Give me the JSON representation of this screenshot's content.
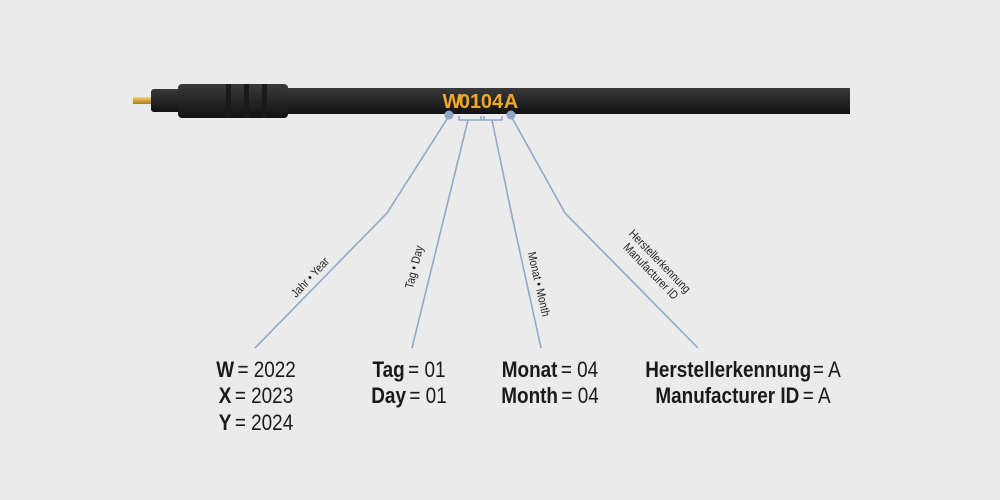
{
  "cable_code": {
    "year_letter": "W",
    "day": "01",
    "month": "04",
    "manufacturer": "A"
  },
  "labels": {
    "year": "Jahr • Year",
    "day": "Tag • Day",
    "month": "Monat • Month",
    "manufacturer_line1": "Herstellerkennung",
    "manufacturer_line2": "Manufacturer ID"
  },
  "year_legend": [
    {
      "key": "W",
      "value": "= 2022"
    },
    {
      "key": "X",
      "value": "= 2023"
    },
    {
      "key": "Y",
      "value": "= 2024"
    }
  ],
  "day_legend": [
    {
      "key": "Tag",
      "value": "= 01"
    },
    {
      "key": "Day",
      "value": "= 01"
    }
  ],
  "month_legend": [
    {
      "key": "Monat",
      "value": "= 04"
    },
    {
      "key": "Month",
      "value": "= 04"
    }
  ],
  "manufacturer_legend": [
    {
      "key": "Herstellerkennung",
      "value": "= A"
    },
    {
      "key": "Manufacturer ID",
      "value": "= A"
    }
  ],
  "colors": {
    "background": "#ebebeb",
    "cable": "#222222",
    "code": "#f0a828",
    "leader": "#8fa8c8"
  }
}
